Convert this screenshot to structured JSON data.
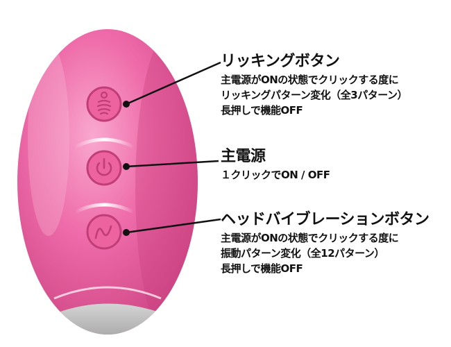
{
  "colors": {
    "body_pink": "#ee6aa8",
    "body_highlight": "#f9a8cf",
    "body_shadow": "#c9407f",
    "button_outline": "#c13d77",
    "base_gray": "#b7b7b7",
    "text": "#111111",
    "leader_line": "#111111"
  },
  "buttons": [
    {
      "id": "licking",
      "icon": "licking-icon",
      "title": "リッキングボタン",
      "desc": [
        "主電源がONの状態でクリックする度に",
        "リッキングパターン変化（全3パターン）",
        "長押しで機能OFF"
      ]
    },
    {
      "id": "power",
      "icon": "power-icon",
      "title": "主電源",
      "desc": [
        "１クリックでON / OFF"
      ]
    },
    {
      "id": "vibration",
      "icon": "wave-icon",
      "title": "ヘッドバイブレーションボタン",
      "desc": [
        "主電源がONの状態でクリックする度に",
        "振動パターン変化（全12パターン）",
        "長押しで機能OFF"
      ]
    }
  ]
}
